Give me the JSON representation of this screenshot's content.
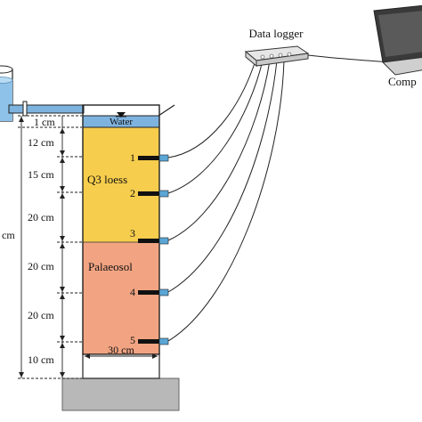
{
  "labels": {
    "data_logger": "Data logger",
    "computer": "Comp",
    "water": "Water",
    "q3_loess": "Q3 loess",
    "palaeosol": "Palaeosol",
    "column_width": "30 cm",
    "total_height": "cm"
  },
  "layers": [
    {
      "name": "water",
      "color": "#7fb3df"
    },
    {
      "name": "q3_loess",
      "color": "#f6cd4c"
    },
    {
      "name": "palaeosol",
      "color": "#f2a482"
    }
  ],
  "dimensions": [
    "1 cm",
    "12 cm",
    "15 cm",
    "20 cm",
    "20 cm",
    "20 cm",
    "10 cm"
  ],
  "sensors": [
    "1",
    "2",
    "3",
    "4",
    "5"
  ],
  "colors": {
    "column_outline": "#222222",
    "sensor_port": "#5aa6d6",
    "base": "#b8b8b8",
    "cable": "#222222"
  }
}
